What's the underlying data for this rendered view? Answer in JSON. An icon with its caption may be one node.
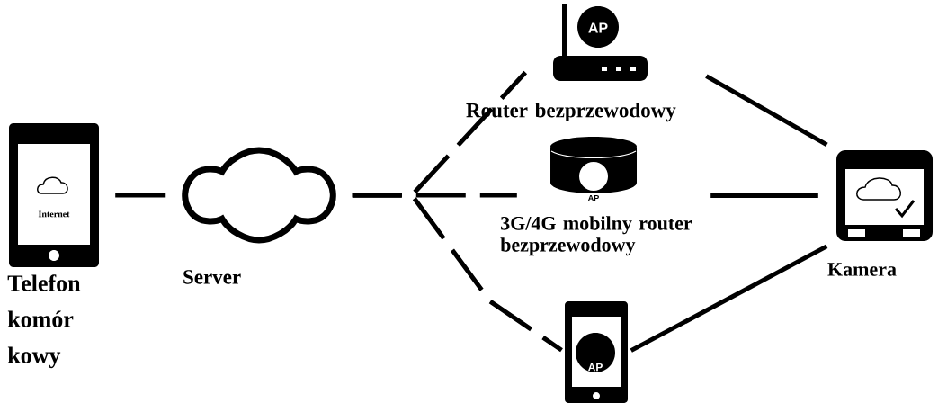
{
  "diagram": {
    "nodes": [
      {
        "text": [
          "Internet"
        ],
        "beside": [
          "Telefon komór kowy"
        ]
      },
      {
        "text": [],
        "shape": "cloud",
        "beside": [
          "Server"
        ]
      },
      {
        "text": [
          "AP"
        ],
        "beside": [
          "Router bezprzewodowy"
        ]
      },
      {
        "text": [
          "AP"
        ],
        "beside": [
          "3G/4G mobilny router bezprzewodowy"
        ]
      },
      {
        "text": [
          "AP"
        ]
      },
      {
        "text": [],
        "shape": "picture",
        "beside": [
          "Kamera"
        ]
      }
    ],
    "edges": [
      {
        "from": 0,
        "to": 1,
        "arrow": "none"
      },
      {
        "from": 1,
        "to": 2,
        "arrow": "none",
        "style": "dashed"
      },
      {
        "from": 1,
        "to": 3,
        "arrow": "none",
        "style": "dashed"
      },
      {
        "from": 1,
        "to": 4,
        "arrow": "none",
        "style": "dashed"
      },
      {
        "from": 2,
        "to": 5,
        "arrow": "none"
      },
      {
        "from": 3,
        "to": 5,
        "arrow": "none"
      },
      {
        "from": 4,
        "to": 5,
        "arrow": "none"
      }
    ]
  }
}
